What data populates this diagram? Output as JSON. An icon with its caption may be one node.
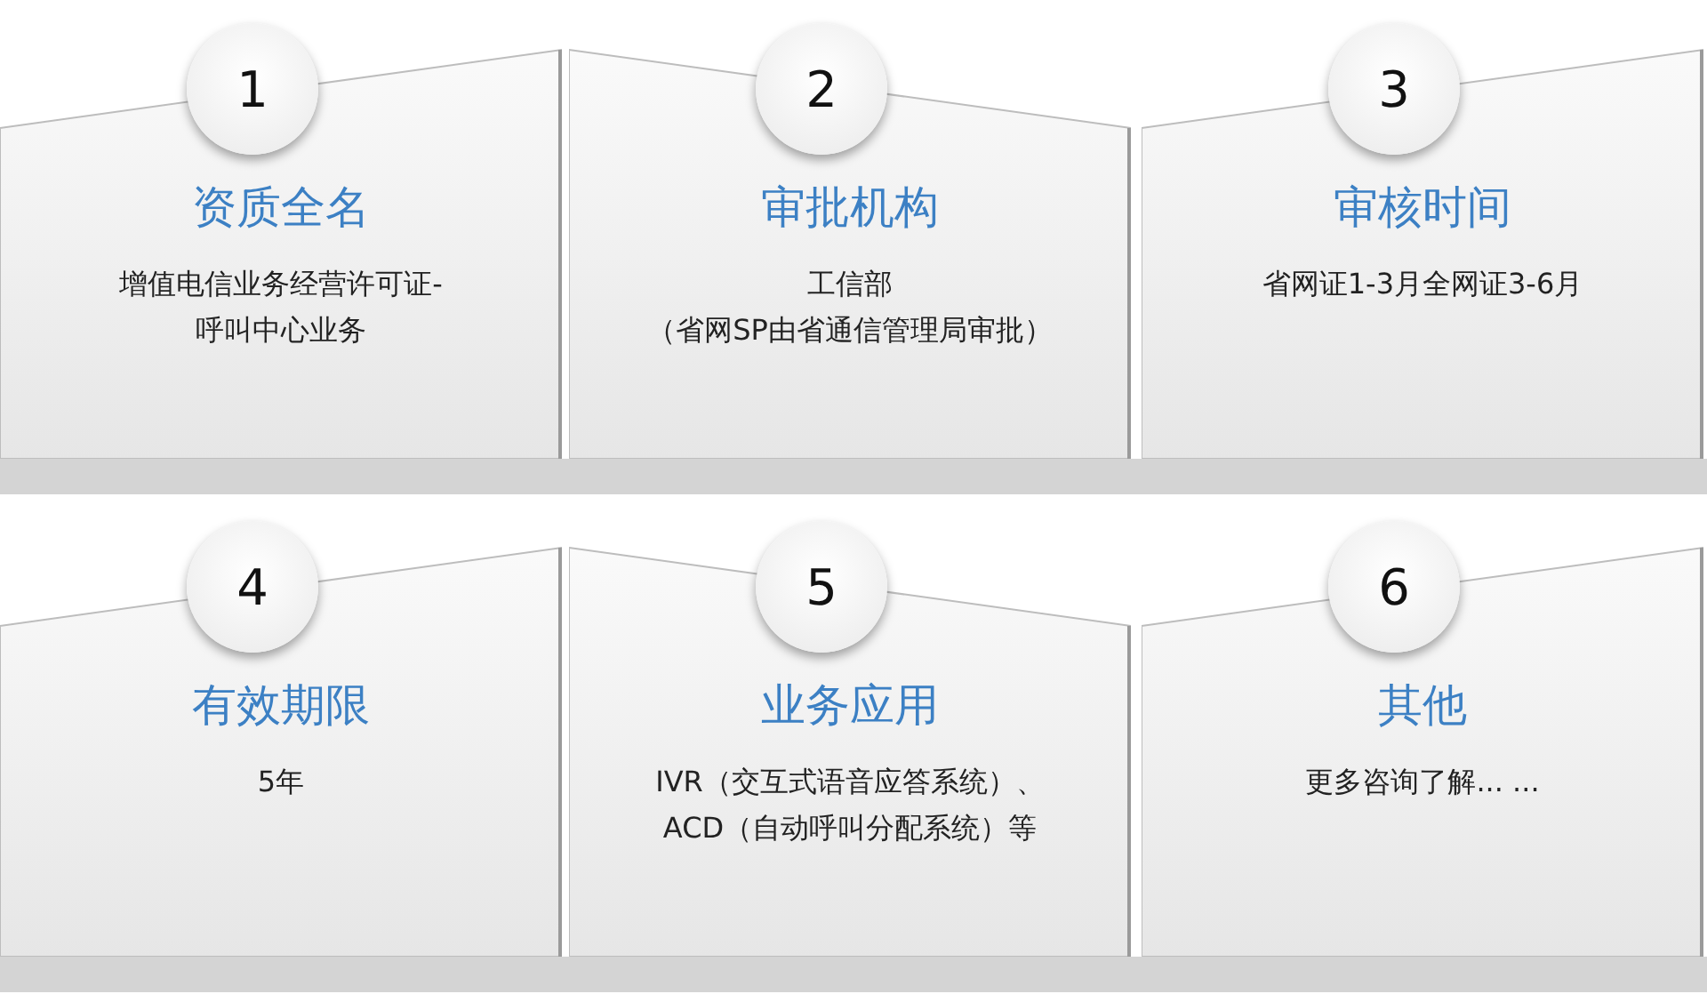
{
  "diagram": {
    "nodes": [
      {
        "text": [
          "1",
          "资质全名",
          "增值电信业务经营许可证-呼叫中心业务"
        ]
      },
      {
        "text": [
          "2",
          "审批机构",
          "工信部",
          "（省网SP由省通信管理局审批）"
        ]
      },
      {
        "text": [
          "3",
          "审核时间",
          "省网证1-3月全网证3-6月"
        ]
      },
      {
        "text": [],
        "shape": "bar"
      },
      {
        "text": [
          "4",
          "有效期限",
          "5年"
        ]
      },
      {
        "text": [
          "5",
          "业务应用",
          "IVR（交互式语音应答系统）、ACD（自动呼叫分配系统）等"
        ]
      },
      {
        "text": [
          "6",
          "其他",
          "更多咨询了解... ..."
        ]
      },
      {
        "text": [],
        "shape": "bar"
      }
    ]
  }
}
